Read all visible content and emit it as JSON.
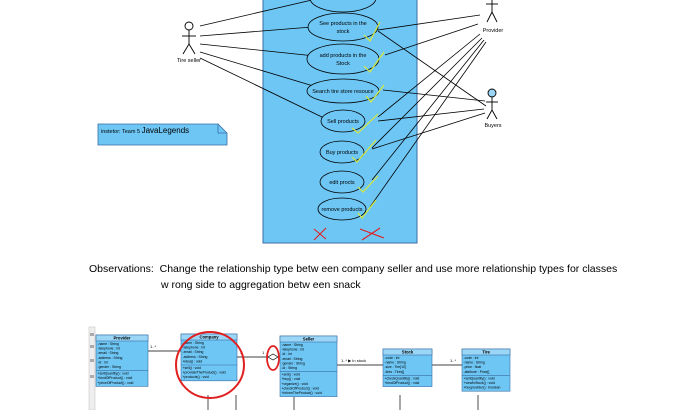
{
  "use_case_diagram": {
    "actors": {
      "tire_seller": "Tire seller",
      "provider": "Provider",
      "buyers": "Buyers"
    },
    "use_cases": {
      "see_products": [
        "See products in the",
        "stock"
      ],
      "add_products": [
        "add products in the",
        "Stock"
      ],
      "search": "Search tire store resouce",
      "sell": "Sell products",
      "buy": "Buy products",
      "edit": "edit procts",
      "remove": "remove products"
    },
    "note": {
      "prefix": "instetor: Team 5 ",
      "emphasis": "JavaLegends"
    },
    "colors": {
      "system_fill": "#6ec6f5",
      "system_border": "#3a6ea5",
      "annotation_red": "#e02020",
      "check_yellow": "#d6e83a"
    }
  },
  "observations": {
    "label": "Observations:",
    "line1": "Change the relationship type betw een company seller and use more relationship types for classes",
    "line2": "w rong side to aggregation betw een snack"
  },
  "class_diagram": {
    "provider": {
      "title": "Provider",
      "attributes": [
        "-name : String",
        "-telephone : int",
        "-email : String",
        "-address : String",
        "-id : int",
        "-gender : String"
      ],
      "methods": [
        "+sellQuantity() : void",
        "+kindOfProduct() : void",
        "+priceOfProduct() : void"
      ]
    },
    "company": {
      "title": "Company",
      "attributes": [
        "-name : String",
        "-telephone : int",
        "-email : String",
        "-address : String",
        "+idea() : void"
      ],
      "methods": [
        "+sell() : void",
        "+providerTheProduct() : void",
        "+products() : void"
      ]
    },
    "seller": {
      "title": "Seller",
      "attributes": [
        "-name : String",
        "-telephone : int",
        "-id : int",
        "-email : String",
        "-gender : String",
        "-id : String"
      ],
      "methods": [
        "+sell() : void",
        "+buy() : void",
        "+organize() : void",
        "+checkOfProduct() : void",
        "+informTheProduct() : void"
      ]
    },
    "stock": {
      "title": "Stock",
      "attributes": [
        "-code : int",
        "-name : String",
        "-size : Tire[10]",
        "-tires : Tires[]"
      ],
      "methods": [
        "+checkQuantity() : void",
        "+kindOfProduct() : void"
      ]
    },
    "tire": {
      "title": "Tire",
      "attributes": [
        "-code : int",
        "-name : String",
        "-price : float",
        "-attribute : Price[]"
      ],
      "methods": [
        "+sellQuantity() : void",
        "+viewInStock() : void",
        "+buyprovider() : boolean"
      ]
    },
    "labels": {
      "provider_mult": "1..*",
      "company_mult": "1",
      "seller_mult": "1",
      "stock_assoc": "1..* ▶ In stock",
      "tire_mult": "1..*"
    }
  }
}
